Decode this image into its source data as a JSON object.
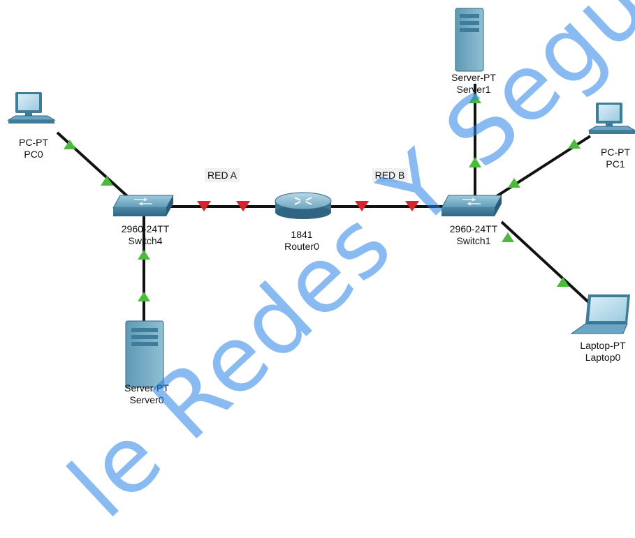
{
  "networks": [
    {
      "id": "red-a",
      "label": "RED A"
    },
    {
      "id": "red-b",
      "label": "RED B"
    }
  ],
  "devices": {
    "pc0": {
      "model": "PC-PT",
      "name": "PC0",
      "icon": "pc-icon"
    },
    "pc1": {
      "model": "PC-PT",
      "name": "PC1",
      "icon": "pc-icon"
    },
    "switch4": {
      "model": "2960-24TT",
      "name": "Switch4",
      "icon": "switch-icon"
    },
    "switch1": {
      "model": "2960-24TT",
      "name": "Switch1",
      "icon": "switch-icon"
    },
    "router0": {
      "model": "1841",
      "name": "Router0",
      "icon": "router-icon"
    },
    "server0": {
      "model": "Server-PT",
      "name": "Server0",
      "icon": "server-icon"
    },
    "server1": {
      "model": "Server-PT",
      "name": "Server1",
      "icon": "server-icon"
    },
    "laptop0": {
      "model": "Laptop-PT",
      "name": "Laptop0",
      "icon": "laptop-icon"
    }
  },
  "links": [
    {
      "from": "pc0",
      "to": "switch4",
      "status": "up"
    },
    {
      "from": "server0",
      "to": "switch4",
      "status": "up"
    },
    {
      "from": "switch4",
      "to": "router0",
      "status": "down"
    },
    {
      "from": "router0",
      "to": "switch1",
      "status": "down"
    },
    {
      "from": "server1",
      "to": "switch1",
      "status": "up"
    },
    {
      "from": "pc1",
      "to": "switch1",
      "status": "up"
    },
    {
      "from": "laptop0",
      "to": "switch1",
      "status": "up"
    }
  ],
  "watermark": "le Redes Y Segur",
  "colors": {
    "link_up": "#4cbb3c",
    "link_down": "#d8232a",
    "cable": "#111111",
    "device": "#6aa7c4",
    "watermark": "#2882e6"
  }
}
